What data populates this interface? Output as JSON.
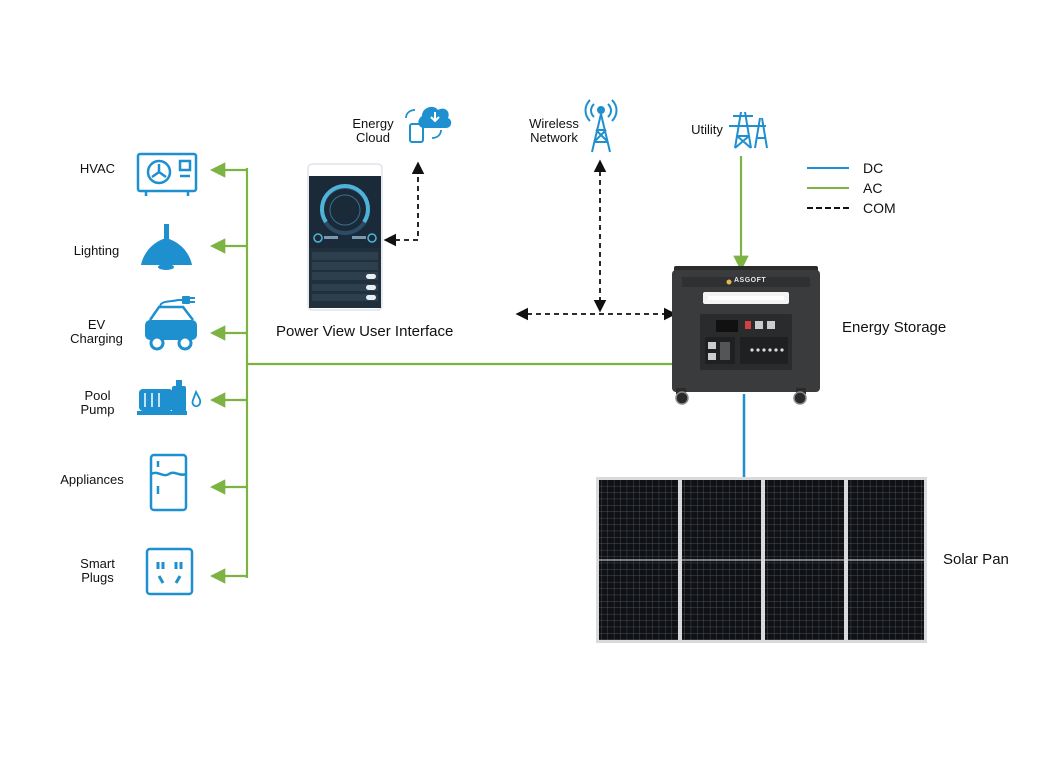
{
  "loads": [
    {
      "label": "HVAC",
      "icon": "hvac-icon"
    },
    {
      "label": "Lighting",
      "icon": "lamp-icon"
    },
    {
      "label": "EV\nCharging",
      "icon": "ev-car-icon"
    },
    {
      "label": "Pool\nPump",
      "icon": "pump-icon"
    },
    {
      "label": "Appliances",
      "icon": "fridge-icon"
    },
    {
      "label": "Smart\nPlugs",
      "icon": "outlet-icon"
    }
  ],
  "top_nodes": {
    "cloud": {
      "label": "Energy\nCloud",
      "icon": "cloud-phone-icon"
    },
    "wireless": {
      "label": "Wireless\nNetwork",
      "icon": "antenna-tower-icon"
    },
    "utility": {
      "label": "Utility",
      "icon": "power-tower-icon"
    }
  },
  "app_label": "Power View User Interface",
  "storage_label": "Energy Storage",
  "storage_brand": "ASGOFT",
  "solar_label": "Solar Pan",
  "legend": [
    {
      "label": "DC",
      "color": "#1e90d0",
      "style": "solid"
    },
    {
      "label": "AC",
      "color": "#7cb342",
      "style": "solid"
    },
    {
      "label": "COM",
      "color": "#111111",
      "style": "dashed"
    }
  ],
  "colors": {
    "icon": "#1e90d0",
    "ac": "#7cb342",
    "dc": "#1e90d0",
    "com": "#111111"
  }
}
